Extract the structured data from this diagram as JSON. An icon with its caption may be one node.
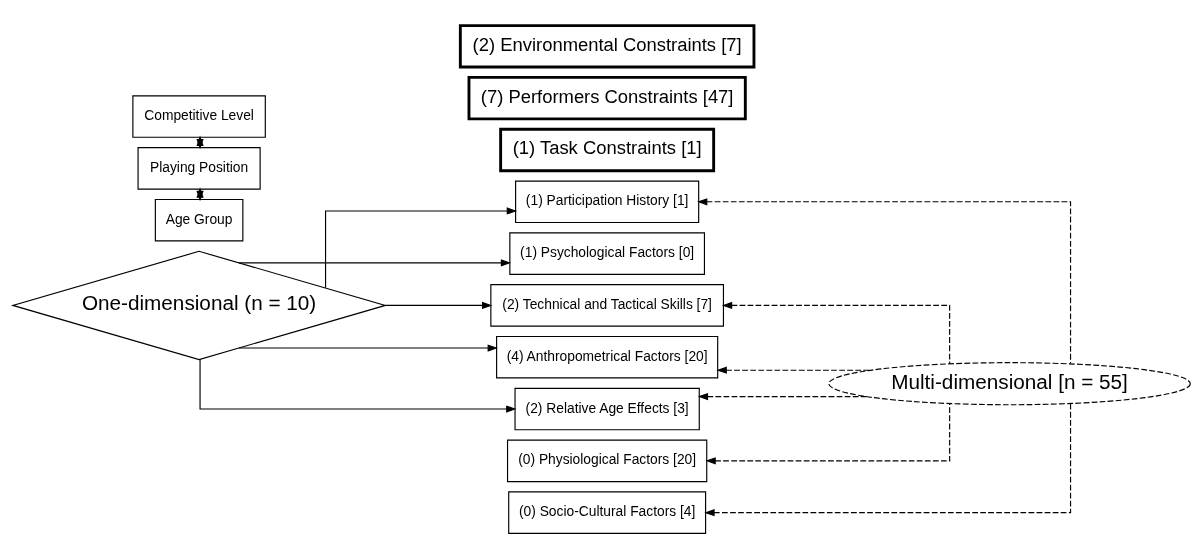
{
  "diagram": {
    "nodes": [
      {
        "text": [
          "One-dimensional (n = 10)"
        ]
      },
      {
        "text": [
          "(1) Task Constraints [1]"
        ]
      },
      {
        "text": [
          "(1) Participation History [1]"
        ]
      },
      {
        "text": [
          "Multi-dimensional [n = 55]"
        ]
      },
      {
        "text": [
          "(7) Performers Constraints [47]"
        ]
      },
      {
        "text": [
          "(1) Psychological Factors [0]"
        ]
      },
      {
        "text": [
          "(2) Technical and Tactical Skills [7]"
        ]
      },
      {
        "text": [
          "(4) Anthropometrical Factors [20]"
        ]
      },
      {
        "text": [
          "(0) Physiological Factors [20]"
        ]
      },
      {
        "text": [
          "(2) Environmental Constraints [7]"
        ]
      },
      {
        "text": [
          "(2) Relative Age Effects [3]"
        ]
      },
      {
        "text": [
          "(0) Socio-Cultural Factors [4]"
        ]
      },
      {
        "text": [
          "Competitive Level"
        ]
      },
      {
        "text": [
          "Playing Position"
        ]
      },
      {
        "text": [
          "Age Group"
        ]
      }
    ],
    "edges": [
      {
        "from": 0,
        "to": 2,
        "arrow": "to"
      },
      {
        "from": 0,
        "to": 5,
        "arrow": "to"
      },
      {
        "from": 0,
        "to": 6,
        "arrow": "to"
      },
      {
        "from": 0,
        "to": 7,
        "arrow": "to"
      },
      {
        "from": 0,
        "to": 10,
        "arrow": "to"
      },
      {
        "from": 3,
        "to": 2,
        "arrow": "to",
        "style": "dashed"
      },
      {
        "from": 3,
        "to": 6,
        "arrow": "to",
        "style": "dashed"
      },
      {
        "from": 3,
        "to": 7,
        "arrow": "to",
        "style": "dashed"
      },
      {
        "from": 3,
        "to": 8,
        "arrow": "to",
        "style": "dashed"
      },
      {
        "from": 3,
        "to": 10,
        "arrow": "to",
        "style": "dashed"
      },
      {
        "from": 3,
        "to": 11,
        "arrow": "to",
        "style": "dashed"
      },
      {
        "from": 12,
        "to": 13,
        "arrow": "both"
      },
      {
        "from": 13,
        "to": 14,
        "arrow": "both"
      }
    ]
  }
}
